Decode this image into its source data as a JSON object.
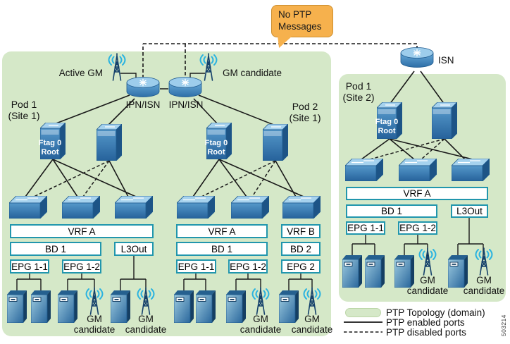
{
  "callout": {
    "text": "No PTP\nMessages"
  },
  "top": {
    "active_gm_label": "Active GM",
    "gm_candidate_label": "GM candidate",
    "ipn_isn_left": "IPN/ISN",
    "ipn_isn_right": "IPN/ISN",
    "isn_label": "ISN"
  },
  "pod1_site1": {
    "title": "Pod 1\n(Site 1)",
    "ftag_root": "Ftag 0\nRoot",
    "vrf": "VRF A",
    "bd": "BD 1",
    "l3out": "L3Out",
    "epg_a": "EPG 1-1",
    "epg_b": "EPG 1-2",
    "gm_candidate_a": "GM\ncandidate",
    "gm_candidate_b": "GM\ncandidate"
  },
  "pod2_site1": {
    "title": "Pod 2\n(Site 1)",
    "ftag_root": "Ftag 0\nRoot",
    "vrf_a": "VRF A",
    "vrf_b": "VRF B",
    "bd_1": "BD 1",
    "bd_2": "BD 2",
    "epg_a": "EPG 1-1",
    "epg_b": "EPG 1-2",
    "epg_c": "EPG 2",
    "gm_candidate_a": "GM\ncandidate",
    "gm_candidate_b": "GM\ncandidate"
  },
  "pod1_site2": {
    "title": "Pod 1\n(Site 2)",
    "ftag_root": "Ftag 0\nRoot",
    "vrf": "VRF A",
    "bd": "BD 1",
    "l3out": "L3Out",
    "epg_a": "EPG 1-1",
    "epg_b": "EPG 1-2",
    "gm_candidate_a": "GM\ncandidate",
    "gm_candidate_b": "GM\ncandidate"
  },
  "legend": {
    "topology": "PTP Topology (domain)",
    "enabled": "PTP enabled ports",
    "disabled": "PTP disabled ports"
  },
  "figure_number": "503214",
  "colors": {
    "domain_fill": "#d5e8c8",
    "callout_fill": "#f6b14d",
    "box_border": "#2196ad",
    "device_blue": "#3b82b8",
    "antenna_navy": "#15416b",
    "wave_cyan": "#2bb3e0"
  }
}
